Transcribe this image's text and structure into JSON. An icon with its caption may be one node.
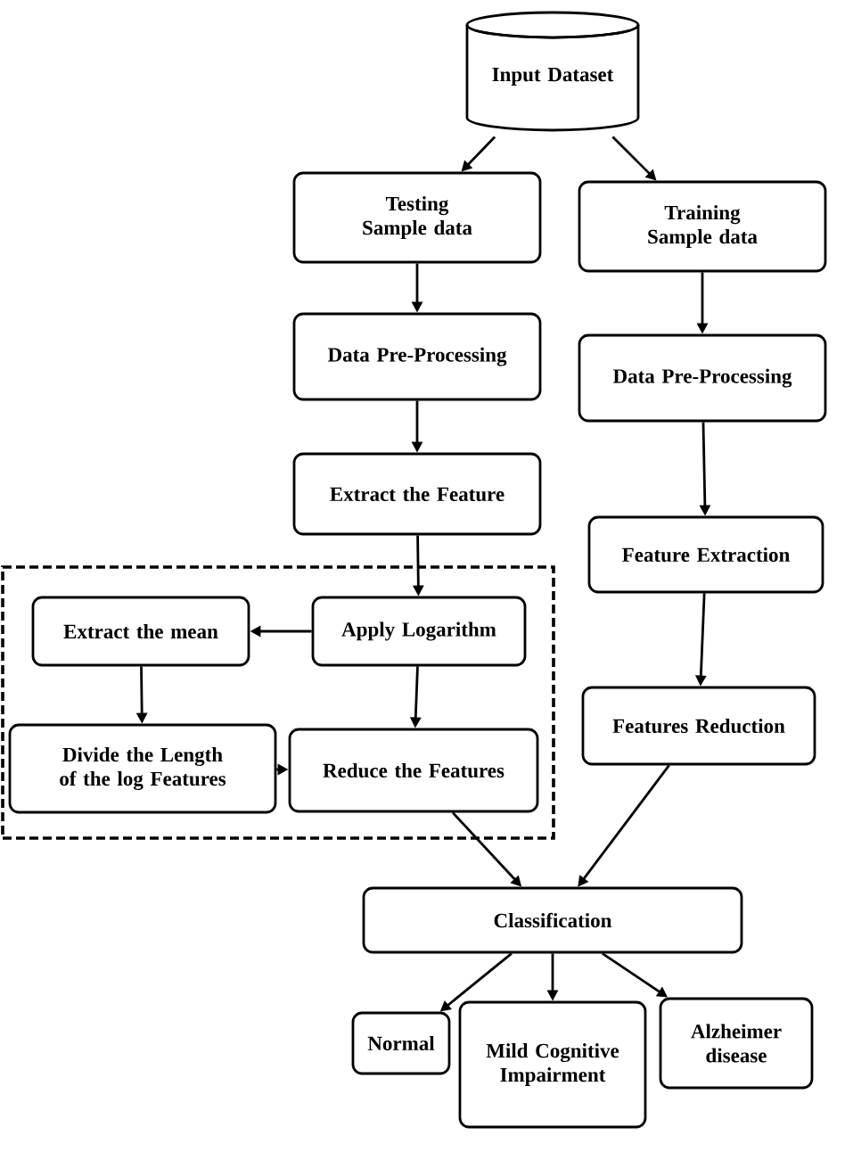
{
  "diagram": {
    "nodes": [
      {
        "text": [
          "Input Dataset"
        ]
      },
      {
        "text": [
          "Testing Sample data"
        ]
      },
      {
        "text": [
          "Training Sample data"
        ]
      },
      {
        "text": [
          "Data Pre-Processing"
        ]
      },
      {
        "text": [
          "Data Pre-Processing"
        ]
      },
      {
        "text": [
          "Extract the Feature"
        ]
      },
      {
        "text": [
          "Feature Extraction"
        ]
      },
      {
        "text": [],
        "shape": "box"
      },
      {
        "text": [
          "Apply Logarithm"
        ],
        "in": 7
      },
      {
        "text": [
          "Extract the mean"
        ],
        "in": 7
      },
      {
        "text": [
          "Divide the Length of the log Features"
        ],
        "in": 7
      },
      {
        "text": [
          "Reduce the Features"
        ],
        "in": 7
      },
      {
        "text": [
          "Features Reduction"
        ]
      },
      {
        "text": [
          "Classification"
        ]
      },
      {
        "text": [
          "Normal"
        ]
      },
      {
        "text": [
          "Mild Cognitive Impairment"
        ]
      },
      {
        "text": [
          "Alzheimer disease"
        ]
      }
    ],
    "edges": [
      {
        "from": 0,
        "to": 1,
        "arrow": "to"
      },
      {
        "from": 0,
        "to": 2,
        "arrow": "to"
      },
      {
        "from": 1,
        "to": 3,
        "arrow": "to"
      },
      {
        "from": 3,
        "to": 5,
        "arrow": "to"
      },
      {
        "from": 5,
        "to": 8,
        "arrow": "to"
      },
      {
        "from": 8,
        "to": 9,
        "arrow": "to"
      },
      {
        "from": 8,
        "to": 11,
        "arrow": "to"
      },
      {
        "from": 9,
        "to": 10,
        "arrow": "to"
      },
      {
        "from": 10,
        "to": 11,
        "arrow": "to"
      },
      {
        "from": 2,
        "to": 4,
        "arrow": "to"
      },
      {
        "from": 4,
        "to": 6,
        "arrow": "to"
      },
      {
        "from": 6,
        "to": 12,
        "arrow": "to"
      },
      {
        "from": 11,
        "to": 13,
        "arrow": "to"
      },
      {
        "from": 12,
        "to": 13,
        "arrow": "to"
      },
      {
        "from": 13,
        "to": 14,
        "arrow": "to"
      },
      {
        "from": 13,
        "to": 15,
        "arrow": "to"
      },
      {
        "from": 13,
        "to": 16,
        "arrow": "to"
      }
    ]
  }
}
